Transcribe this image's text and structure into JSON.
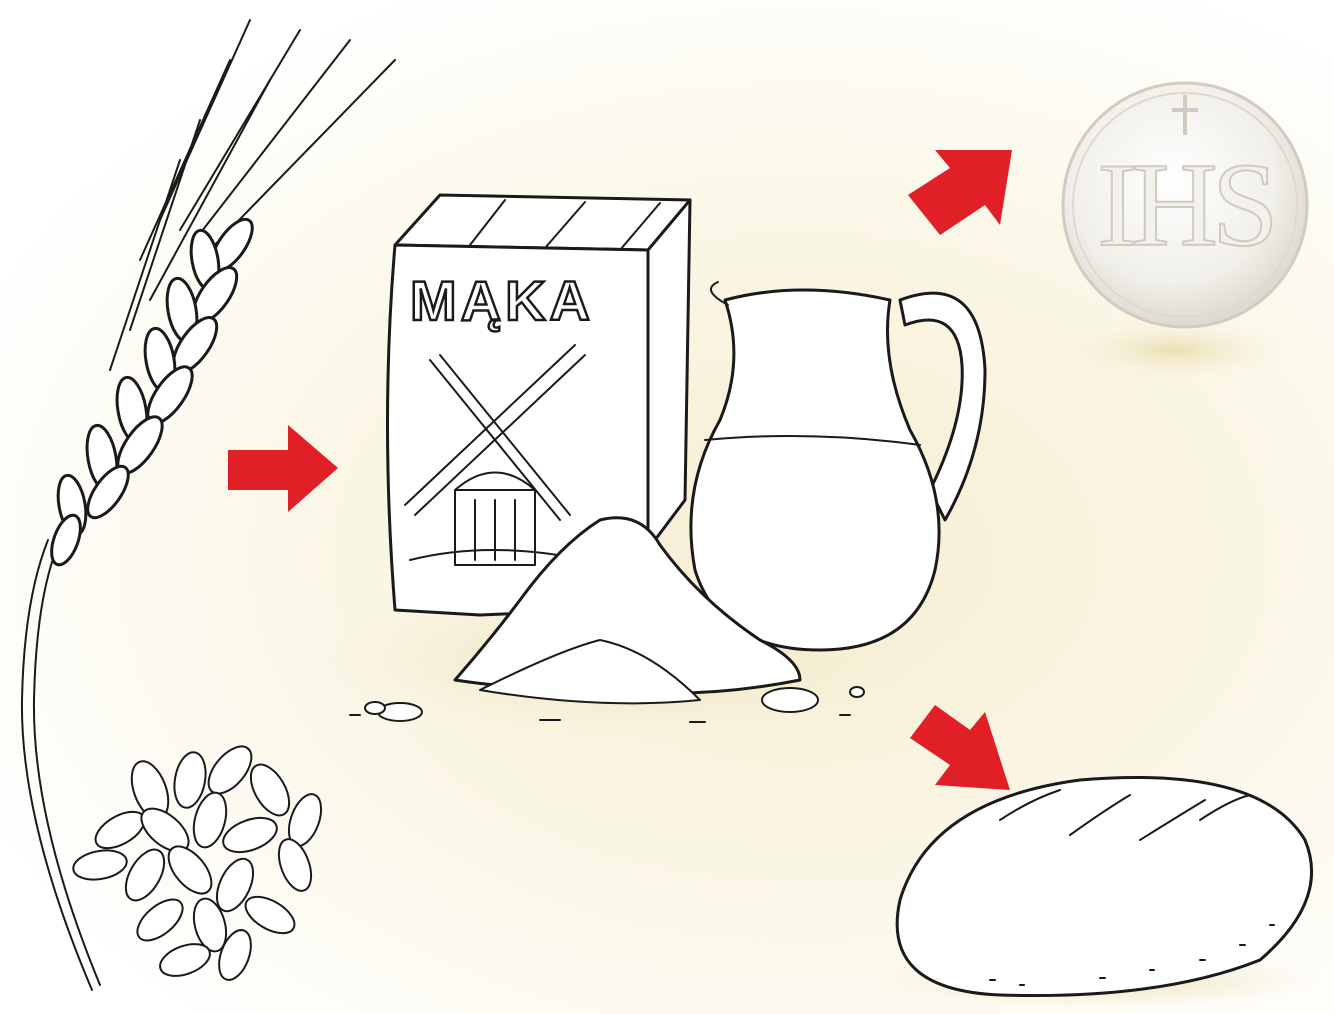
{
  "flour_bag": {
    "label": "MĄKA"
  },
  "host": {
    "inscription": "IHS"
  },
  "colors": {
    "arrow": "#e01f26",
    "ink": "#1a1a1a",
    "background": "#fbf7e8"
  },
  "sequence": [
    "wheat-ear",
    "wheat-grains",
    "flour-bag",
    "water-jug",
    "flour-pile",
    "host-wafer",
    "bread-loaf"
  ]
}
